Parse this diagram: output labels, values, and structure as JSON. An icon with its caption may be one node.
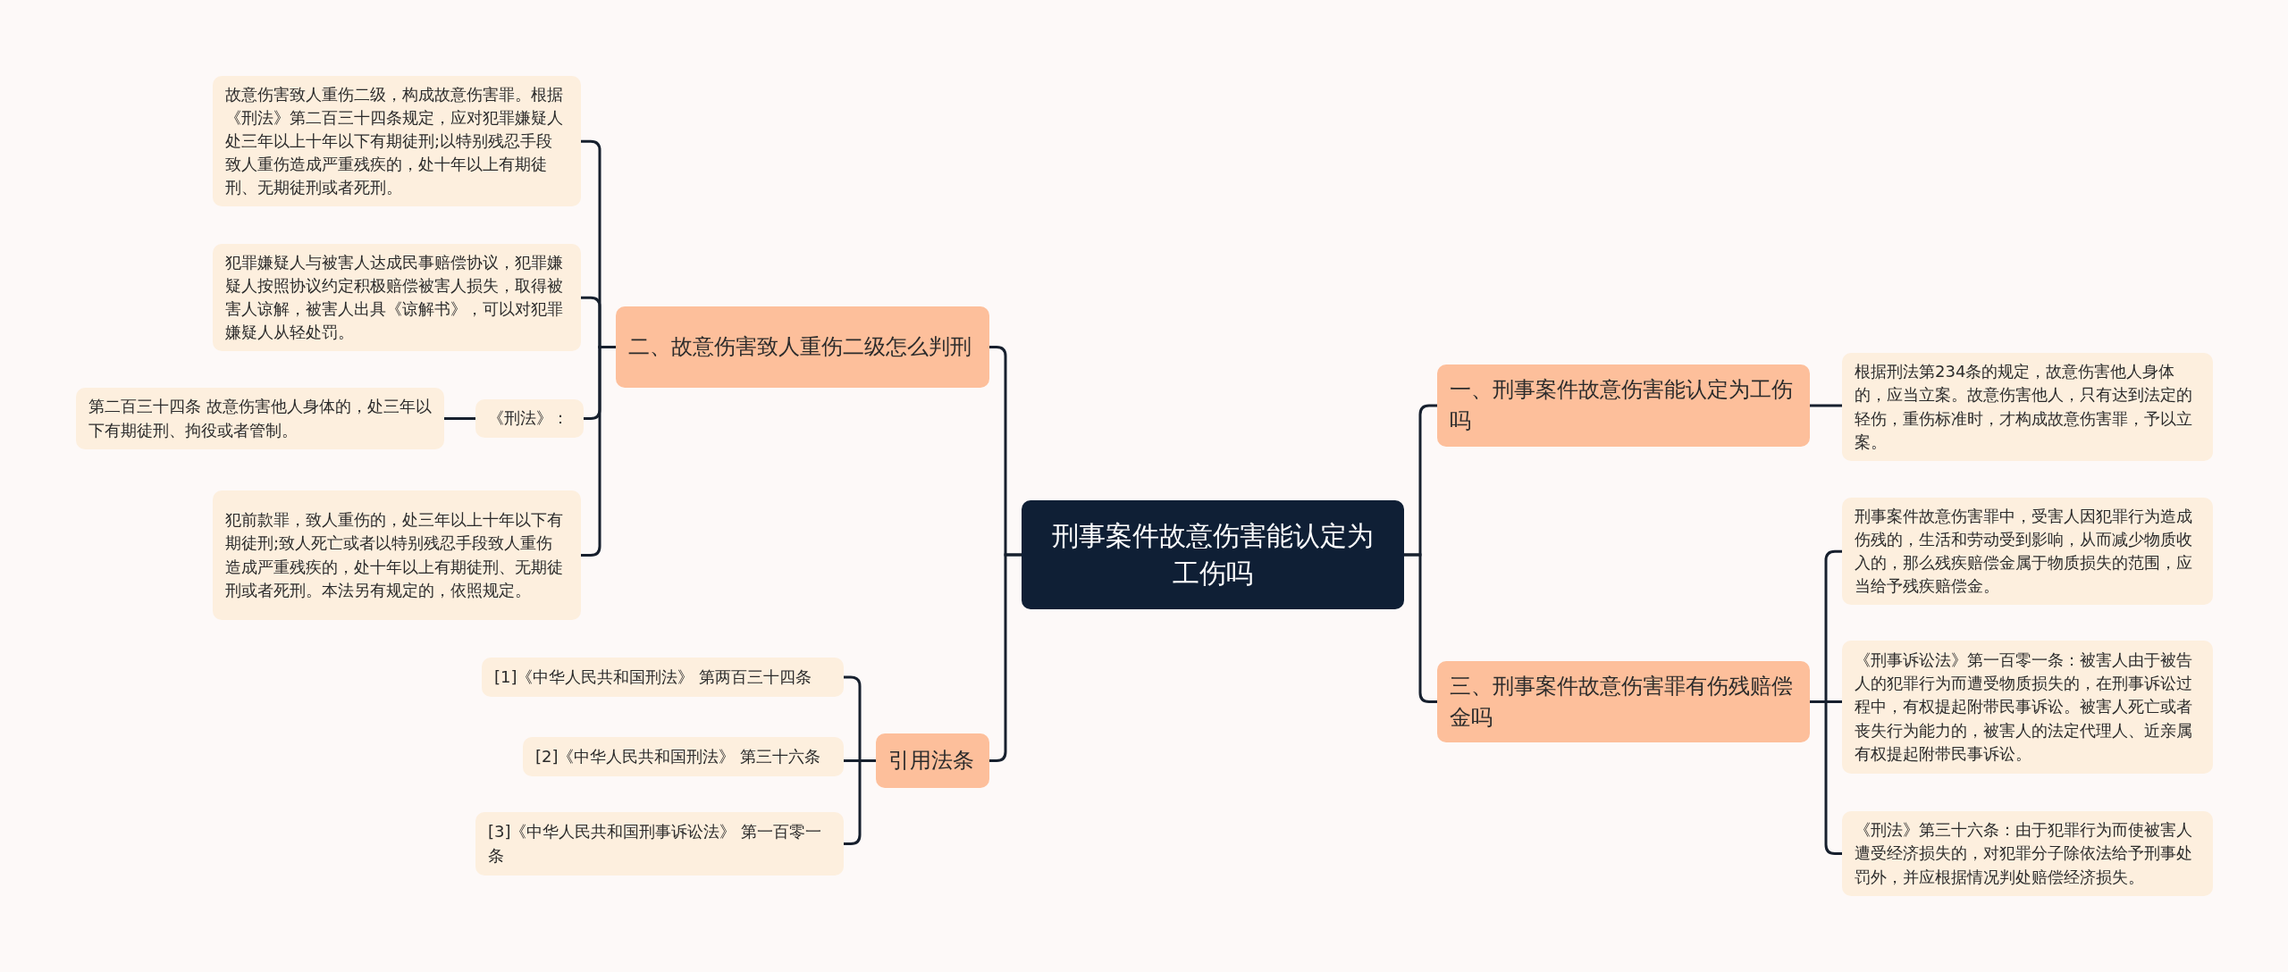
{
  "diagram": {
    "nodes": [
      {
        "text": [
          "刑事案件故意伤害能认定为工伤吗"
        ]
      },
      {
        "text": [
          "二、故意伤害致人重伤二级怎么判刑"
        ]
      },
      {
        "text": [
          "故意伤害致人重伤二级，构成故意伤害罪。根据《刑法》第二百三十四条规定，应对犯罪嫌疑人处三年以上十年以下有期徒刑;以特别残忍手段致人重伤造成严重残疾的，处十年以上有期徒刑、无期徒刑或者死刑。"
        ]
      },
      {
        "text": [
          "犯罪嫌疑人与被害人达成民事赔偿协议，犯罪嫌疑人按照协议约定积极赔偿被害人损失，取得被害人谅解，被害人出具《谅解书》，可以对犯罪嫌疑人从轻处罚。"
        ]
      },
      {
        "text": [
          "《刑法》："
        ]
      },
      {
        "text": [
          "第二百三十四条 故意伤害他人身体的，处三年以下有期徒刑、拘役或者管制。"
        ]
      },
      {
        "text": [
          "犯前款罪，致人重伤的，处三年以上十年以下有期徒刑;致人死亡或者以特别残忍手段致人重伤造成严重残疾的，处十年以上有期徒刑、无期徒刑或者死刑。本法另有规定的，依照规定。"
        ]
      },
      {
        "text": [
          "引用法条"
        ]
      },
      {
        "text": [
          "[1]《中华人民共和国刑法》 第两百三十四条"
        ]
      },
      {
        "text": [
          "[2]《中华人民共和国刑法》 第三十六条"
        ]
      },
      {
        "text": [
          "[3]《中华人民共和国刑事诉讼法》 第一百零一条"
        ]
      },
      {
        "text": [
          "一、刑事案件故意伤害能认定为工伤吗"
        ]
      },
      {
        "text": [
          "根据刑法第234条的规定，故意伤害他人身体的，应当立案。故意伤害他人，只有达到法定的轻伤，重伤标准时，才构成故意伤害罪，予以立案。"
        ]
      },
      {
        "text": [
          "三、刑事案件故意伤害罪有伤残赔偿金吗"
        ]
      },
      {
        "text": [
          "刑事案件故意伤害罪中，受害人因犯罪行为造成伤残的，生活和劳动受到影响，从而减少物质收入的，那么残疾赔偿金属于物质损失的范围，应当给予残疾赔偿金。"
        ]
      },
      {
        "text": [
          "《刑事诉讼法》第一百零一条：被害人由于被告人的犯罪行为而遭受物质损失的，在刑事诉讼过程中，有权提起附带民事诉讼。被害人死亡或者丧失行为能力的，被害人的法定代理人、近亲属有权提起附带民事诉讼。"
        ]
      },
      {
        "text": [
          "《刑法》第三十六条：由于犯罪行为而使被害人遭受经济损失的，对犯罪分子除依法给予刑事处罚外，并应根据情况判处赔偿经济损失。"
        ]
      }
    ],
    "edges": [
      {
        "from": 0,
        "to": 1,
        "arrow": "none"
      },
      {
        "from": 1,
        "to": 2,
        "arrow": "none"
      },
      {
        "from": 1,
        "to": 3,
        "arrow": "none"
      },
      {
        "from": 1,
        "to": 4,
        "arrow": "none"
      },
      {
        "from": 4,
        "to": 5,
        "arrow": "none"
      },
      {
        "from": 1,
        "to": 6,
        "arrow": "none"
      },
      {
        "from": 0,
        "to": 7,
        "arrow": "none"
      },
      {
        "from": 7,
        "to": 8,
        "arrow": "none"
      },
      {
        "from": 7,
        "to": 9,
        "arrow": "none"
      },
      {
        "from": 7,
        "to": 10,
        "arrow": "none"
      },
      {
        "from": 0,
        "to": 11,
        "arrow": "none"
      },
      {
        "from": 11,
        "to": 12,
        "arrow": "none"
      },
      {
        "from": 0,
        "to": 13,
        "arrow": "none"
      },
      {
        "from": 13,
        "to": 14,
        "arrow": "none"
      },
      {
        "from": 13,
        "to": 15,
        "arrow": "none"
      },
      {
        "from": 13,
        "to": 16,
        "arrow": "none"
      }
    ]
  }
}
